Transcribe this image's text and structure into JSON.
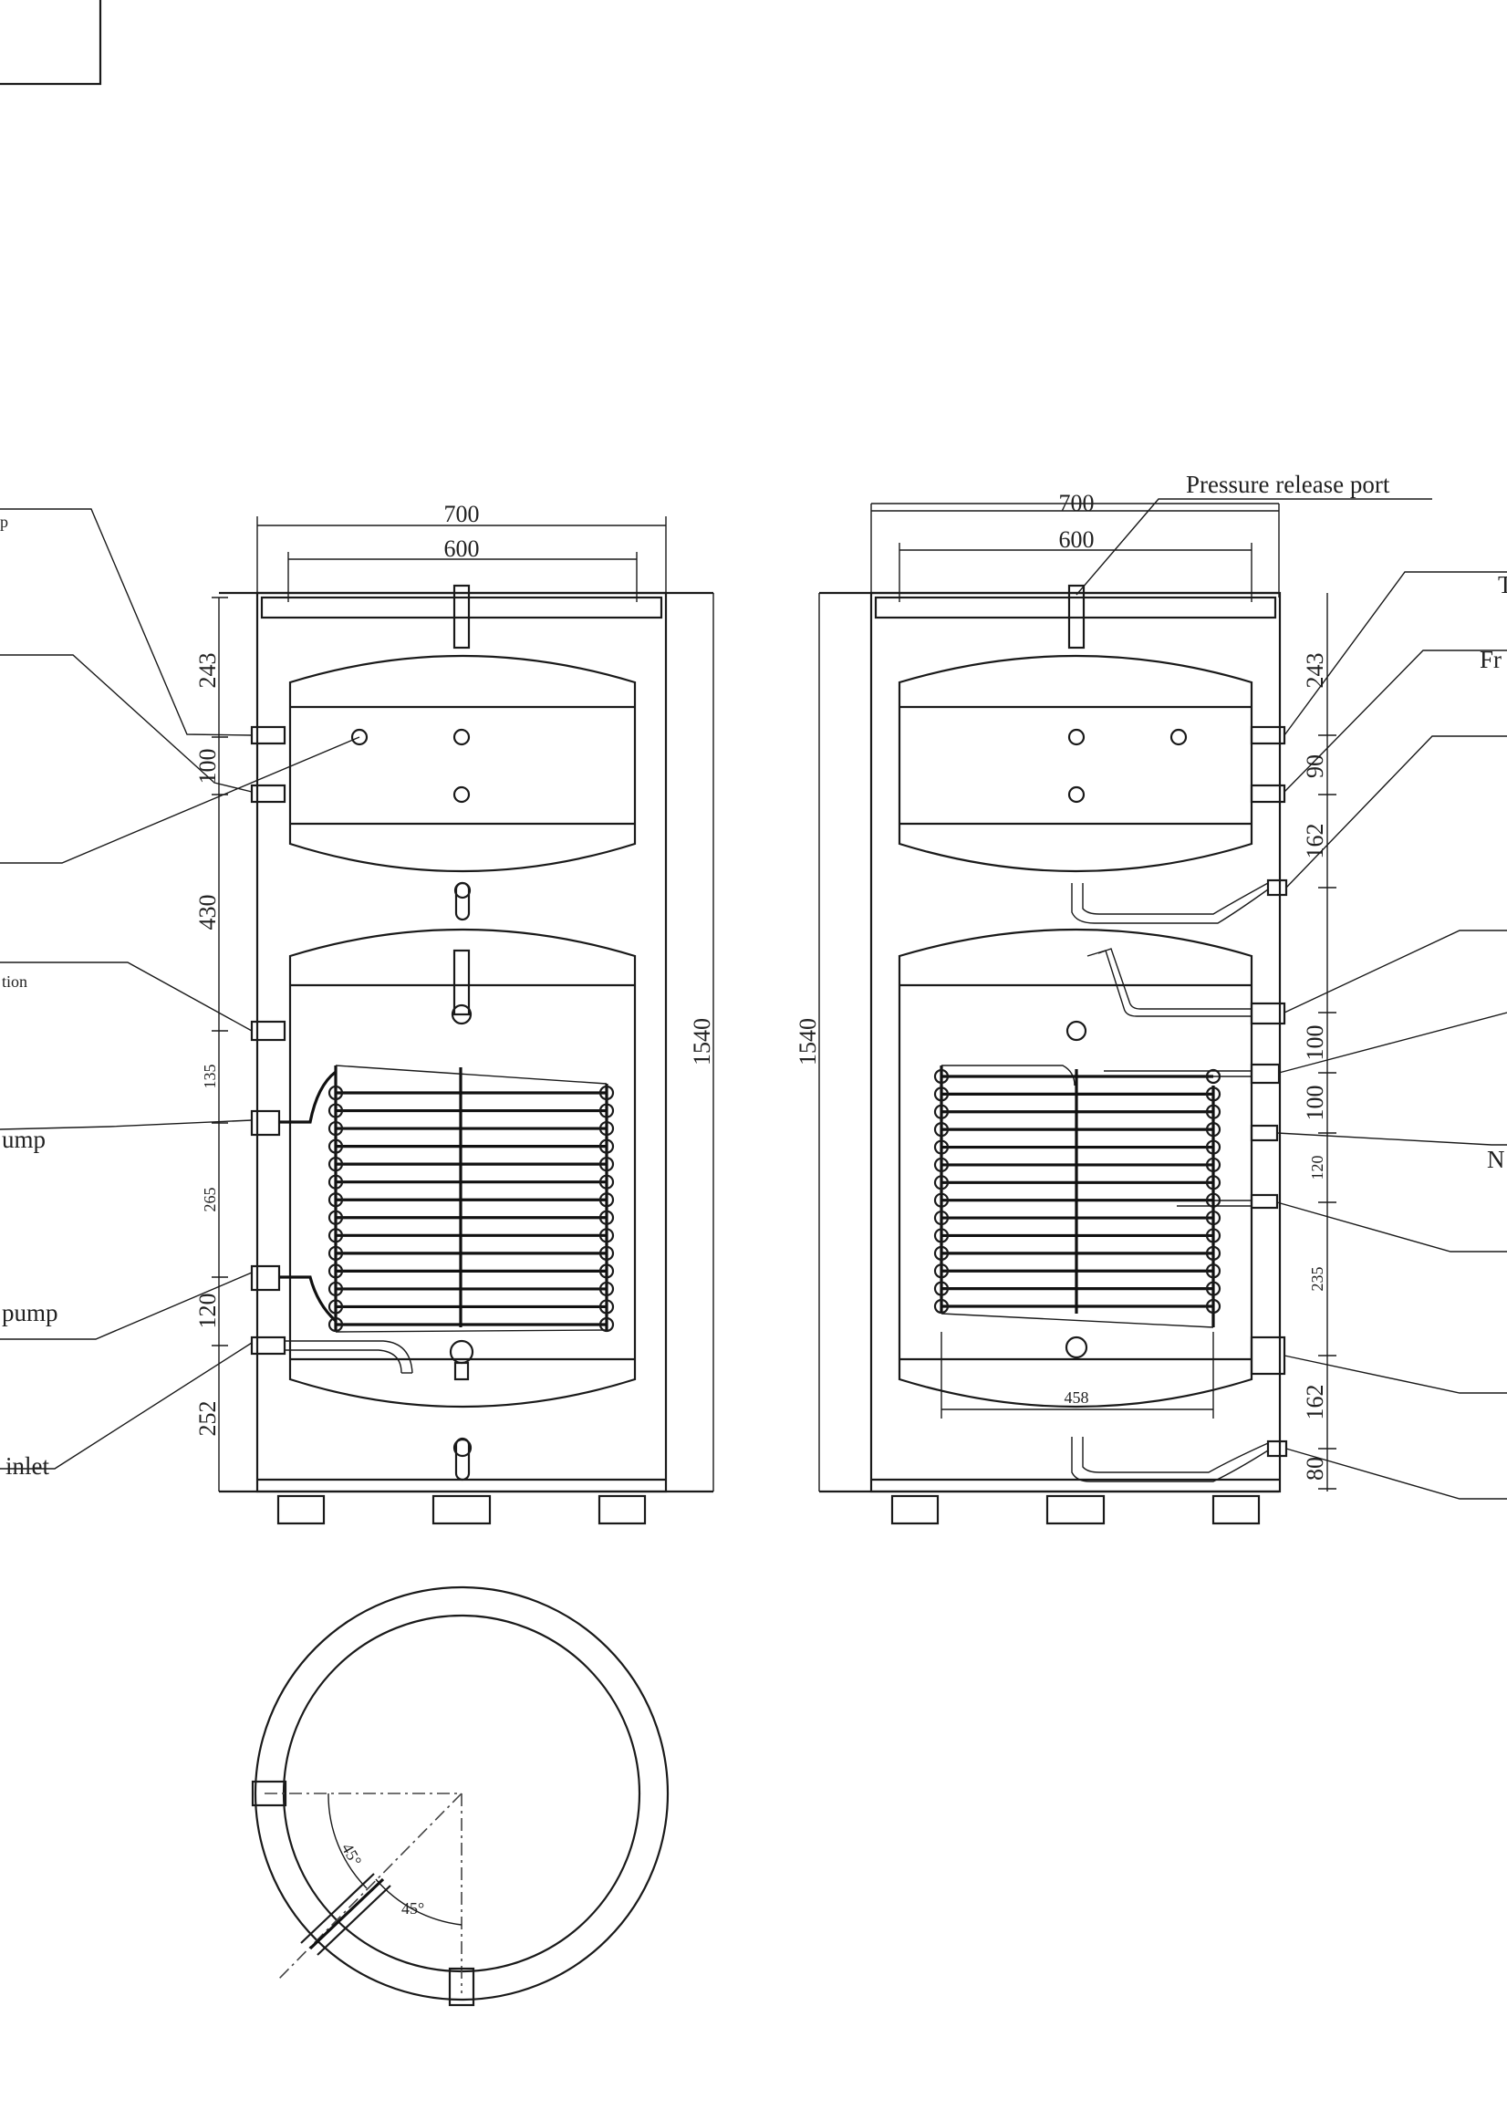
{
  "title_block": "",
  "labels": {
    "pressure_release_port": "Pressure release port",
    "left_top_partial": "p",
    "left_circulation_partial": "tion",
    "left_pump_partial": "ump",
    "left_pump2_partial": "pump",
    "left_inlet_partial": "inlet",
    "right_top_partial": "T",
    "right_second_partial": "Fr",
    "right_mid_partial": "N"
  },
  "dimensions": {
    "left": {
      "outer_width": "700",
      "inner_width": "600",
      "height": "1540",
      "d243": "243",
      "d100": "100",
      "d430": "430",
      "d135": "135",
      "d265": "265",
      "d120": "120",
      "d252": "252"
    },
    "right": {
      "outer_width": "700",
      "inner_width": "600",
      "height": "1540",
      "d243": "243",
      "d90": "90",
      "d162a": "162",
      "d100a": "100",
      "d100b": "100",
      "d120": "120",
      "d235": "235",
      "d162b": "162",
      "d80": "80",
      "coil_width": "458"
    },
    "top_view": {
      "angle1": "45°",
      "angle2": "45°"
    }
  }
}
